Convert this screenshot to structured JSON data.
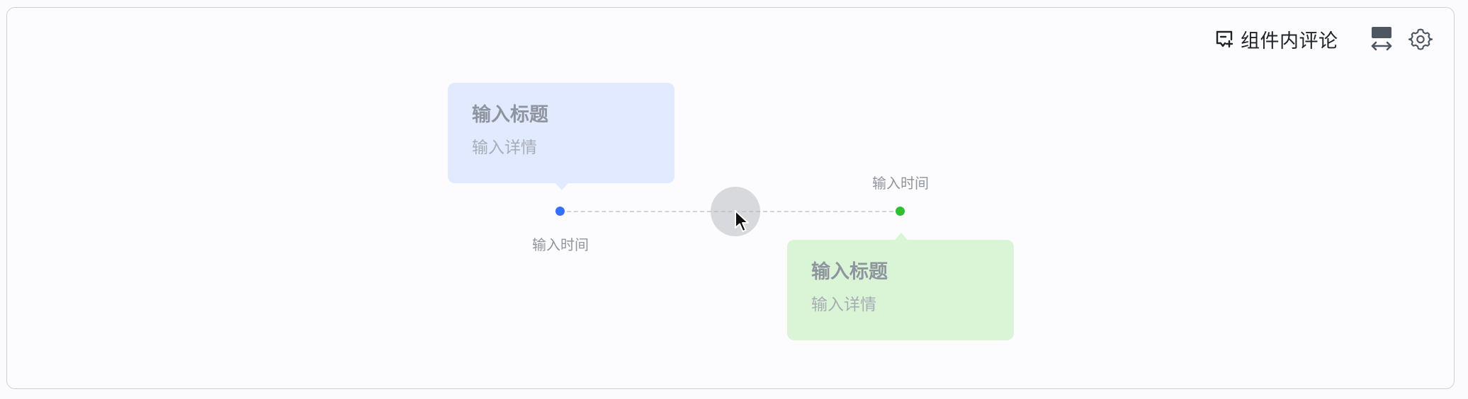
{
  "toolbar": {
    "comment_label": "组件内评论",
    "comment_icon": "comment-add-icon",
    "resize_icon": "resize-width-icon",
    "settings_icon": "gear-icon"
  },
  "timeline": {
    "nodes": [
      {
        "time": "输入时间",
        "title": "输入标题",
        "detail": "输入详情",
        "color": "#3370ff",
        "card_color": "#e1eaff"
      },
      {
        "time": "输入时间",
        "title": "输入标题",
        "detail": "输入详情",
        "color": "#2ec02e",
        "card_color": "#d9f5d6"
      }
    ]
  }
}
